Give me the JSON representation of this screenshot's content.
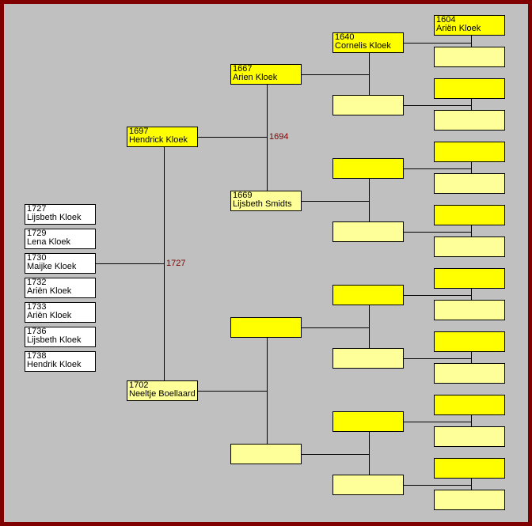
{
  "colors": {
    "male": "#ffff00",
    "female": "#ffff99",
    "child": "#ffffff",
    "marriage_label": "#800000",
    "border": "#800000",
    "background": "#c0c0c0"
  },
  "children": [
    {
      "year": "1727",
      "name": "Lijsbeth Kloek"
    },
    {
      "year": "1729",
      "name": "Lena Kloek"
    },
    {
      "year": "1730",
      "name": "Maijke Kloek"
    },
    {
      "year": "1732",
      "name": "Ariën Kloek"
    },
    {
      "year": "1733",
      "name": "Ariën Kloek"
    },
    {
      "year": "1736",
      "name": "Lijsbeth Kloek"
    },
    {
      "year": "1738",
      "name": "Hendrik Kloek"
    }
  ],
  "generations": [
    {
      "people": [
        {
          "year": "1697",
          "name": "Hendrick Kloek"
        },
        {
          "year": "1702",
          "name": "Neeltje Boellaard"
        }
      ],
      "marriages": [
        "1727"
      ]
    },
    {
      "people": [
        {
          "year": "1667",
          "name": "Arien Kloek"
        },
        {
          "year": "1669",
          "name": "Lijsbeth Smidts"
        },
        {},
        {}
      ],
      "marriages": [
        "1694",
        ""
      ]
    },
    {
      "people": [
        {
          "year": "1640",
          "name": "Cornelis Kloek"
        },
        {},
        {},
        {},
        {},
        {},
        {},
        {}
      ],
      "marriages": [
        "",
        "",
        "",
        ""
      ]
    },
    {
      "people": [
        {
          "year": "1604",
          "name": "Ariën Kloek"
        },
        {},
        {},
        {},
        {},
        {},
        {},
        {},
        {},
        {},
        {},
        {},
        {},
        {},
        {},
        {}
      ],
      "marriages": [
        "",
        "",
        "",
        "",
        "",
        "",
        "",
        ""
      ]
    }
  ]
}
